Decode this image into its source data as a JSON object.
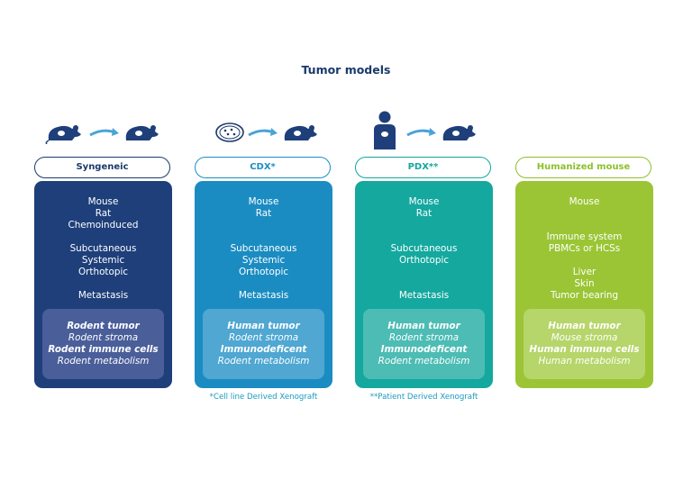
{
  "title": "Tumor models",
  "columns": [
    {
      "header": "Syngeneic",
      "header_color": "#1b3a6b",
      "card_color": "#1e3f7a",
      "box_color": "#4a5e9a",
      "icons": [
        "mouse-icon",
        "arrow-icon",
        "mouse-icon"
      ],
      "groups": [
        [
          "Mouse",
          "Rat",
          "Chemoinduced"
        ],
        [
          "Subcutaneous",
          "Systemic",
          "Orthotopic"
        ],
        [
          "Metastasis"
        ]
      ],
      "box_lines": [
        "Rodent tumor",
        "Rodent stroma",
        "Rodent immune cells",
        "Rodent metabolism"
      ],
      "footnote": ""
    },
    {
      "header": "CDX*",
      "header_color": "#1a8fc4",
      "card_color": "#1b8cc2",
      "box_color": "#4fa7d2",
      "icons": [
        "petri-dish-icon",
        "arrow-icon",
        "mouse-icon"
      ],
      "groups": [
        [
          "Mouse",
          "Rat"
        ],
        [
          "Subcutaneous",
          "Systemic",
          "Orthotopic"
        ],
        [
          "Metastasis"
        ]
      ],
      "box_lines": [
        "Human tumor",
        "Rodent stroma",
        "Immunodeficent",
        "Rodent metabolism"
      ],
      "footnote": "*Cell line Derived Xenograft"
    },
    {
      "header": "PDX**",
      "header_color": "#13a79f",
      "card_color": "#14a89f",
      "box_color": "#4dbcb4",
      "icons": [
        "patient-icon",
        "arrow-icon",
        "mouse-icon"
      ],
      "groups": [
        [
          "Mouse",
          "Rat"
        ],
        [
          "Subcutaneous",
          "Orthotopic"
        ],
        [
          "Metastasis"
        ]
      ],
      "box_lines": [
        "Human tumor",
        "Rodent stroma",
        "Immunodeficent",
        "Rodent metabolism"
      ],
      "footnote": "**Patient Derived Xenograft"
    },
    {
      "header": "Humanized mouse",
      "header_color": "#8ec02b",
      "card_color": "#9bc535",
      "box_color": "#b6d56a",
      "icons": [],
      "groups": [
        [
          "Mouse"
        ],
        [
          "Immune system",
          "PBMCs or HCSs"
        ],
        [
          "Liver",
          "Skin",
          "Tumor bearing"
        ]
      ],
      "box_lines": [
        "Human tumor",
        "Mouse stroma",
        "Human immune cells",
        "Human metabolism"
      ],
      "footnote": ""
    }
  ]
}
